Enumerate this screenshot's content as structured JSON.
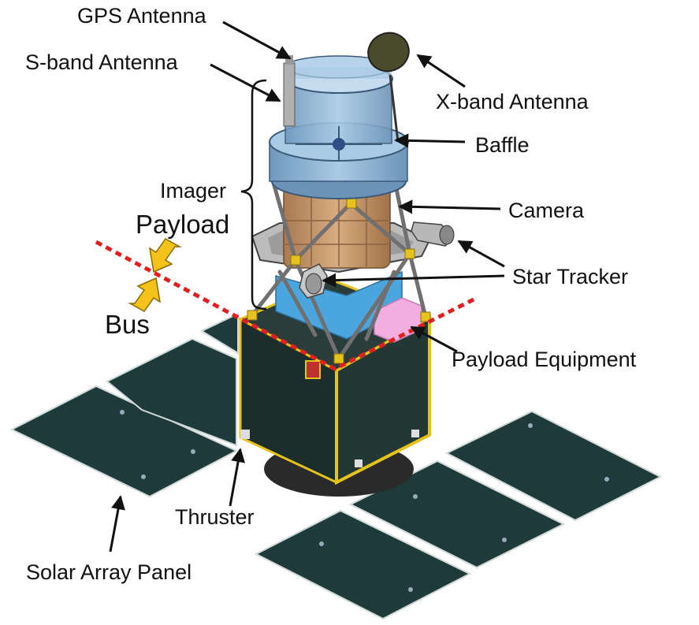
{
  "labels": {
    "gps_antenna": "GPS Antenna",
    "s_band_antenna": "S-band Antenna",
    "x_band_antenna": "X-band Antenna",
    "baffle": "Baffle",
    "imager": "Imager",
    "camera": "Camera",
    "payload": "Payload",
    "star_tracker": "Star Tracker",
    "bus": "Bus",
    "payload_equipment": "Payload Equipment",
    "thruster": "Thruster",
    "solar_array_panel": "Solar Array Panel"
  },
  "colors": {
    "solar_panel": "#1f3a3a",
    "bus_body": "#1c2e2b",
    "bus_frame": "#e6c21c",
    "baffle": "#8fb7d6",
    "camera_body": "#c89a6e",
    "payload_box": "#4aa6dc",
    "equipment_box": "#f2aee0",
    "x_band_dish": "#4a4a2c",
    "separator_line": "#e02020",
    "interface_arrow": "#f4c21a"
  }
}
